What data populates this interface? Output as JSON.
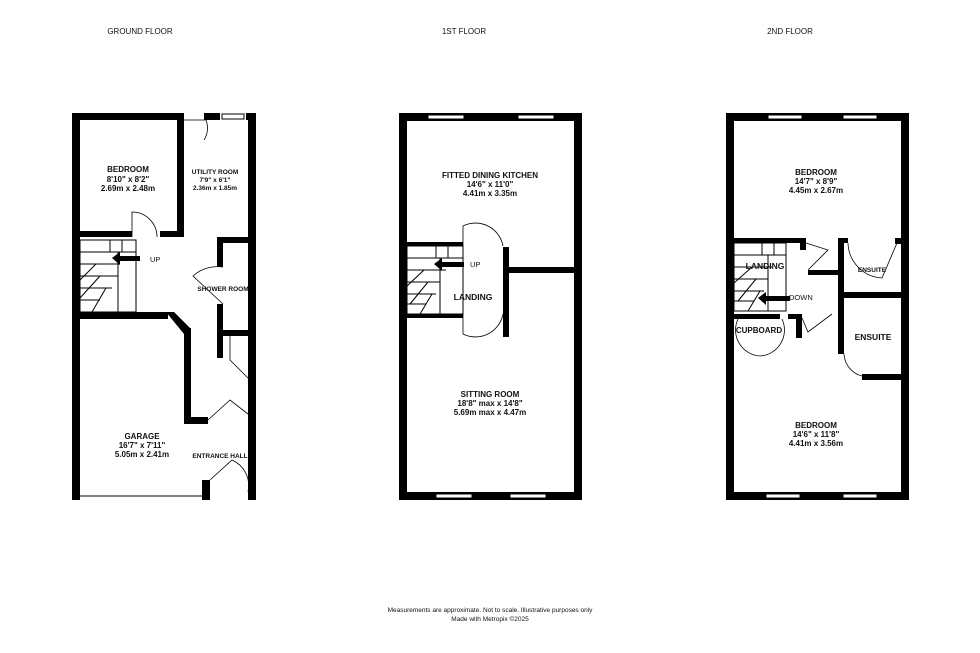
{
  "floors": [
    {
      "title": "GROUND FLOOR",
      "rooms": [
        {
          "name": "BEDROOM",
          "dim_imperial": "8'10\"  x 8'2\"",
          "dim_metric": "2.69m  x 2.48m"
        },
        {
          "name": "UTILITY ROOM",
          "dim_imperial": "7'9\"  x 6'1\"",
          "dim_metric": "2.36m  x 1.85m"
        },
        {
          "name": "SHOWER ROOM"
        },
        {
          "name": "GARAGE",
          "dim_imperial": "16'7\"  x 7'11\"",
          "dim_metric": "5.05m  x 2.41m"
        },
        {
          "name": "ENTRANCE HALL"
        }
      ],
      "labels": [
        "UP"
      ]
    },
    {
      "title": "1ST FLOOR",
      "rooms": [
        {
          "name": "FITTED DINING KITCHEN",
          "dim_imperial": "14'6\"  x 11'0\"",
          "dim_metric": "4.41m  x 3.35m"
        },
        {
          "name": "LANDING"
        },
        {
          "name": "SITTING ROOM",
          "dim_imperial": "18'8\" max x 14'8\"",
          "dim_metric": "5.69m max x 4.47m"
        }
      ],
      "labels": [
        "UP"
      ]
    },
    {
      "title": "2ND FLOOR",
      "rooms": [
        {
          "name": "BEDROOM",
          "dim_imperial": "14'7\"  x 8'9\"",
          "dim_metric": "4.45m  x 2.67m"
        },
        {
          "name": "LANDING"
        },
        {
          "name": "ENSUITE"
        },
        {
          "name": "CUPBOARD"
        },
        {
          "name": "ENSUITE"
        },
        {
          "name": "BEDROOM",
          "dim_imperial": "14'6\"  x 11'8\"",
          "dim_metric": "4.41m  x 3.56m"
        }
      ],
      "labels": [
        "DOWN"
      ]
    }
  ],
  "footer": {
    "line1": "Measurements are approximate.  Not to scale.  Illustrative purposes only",
    "line2": "Made with Metropix ©2025"
  }
}
